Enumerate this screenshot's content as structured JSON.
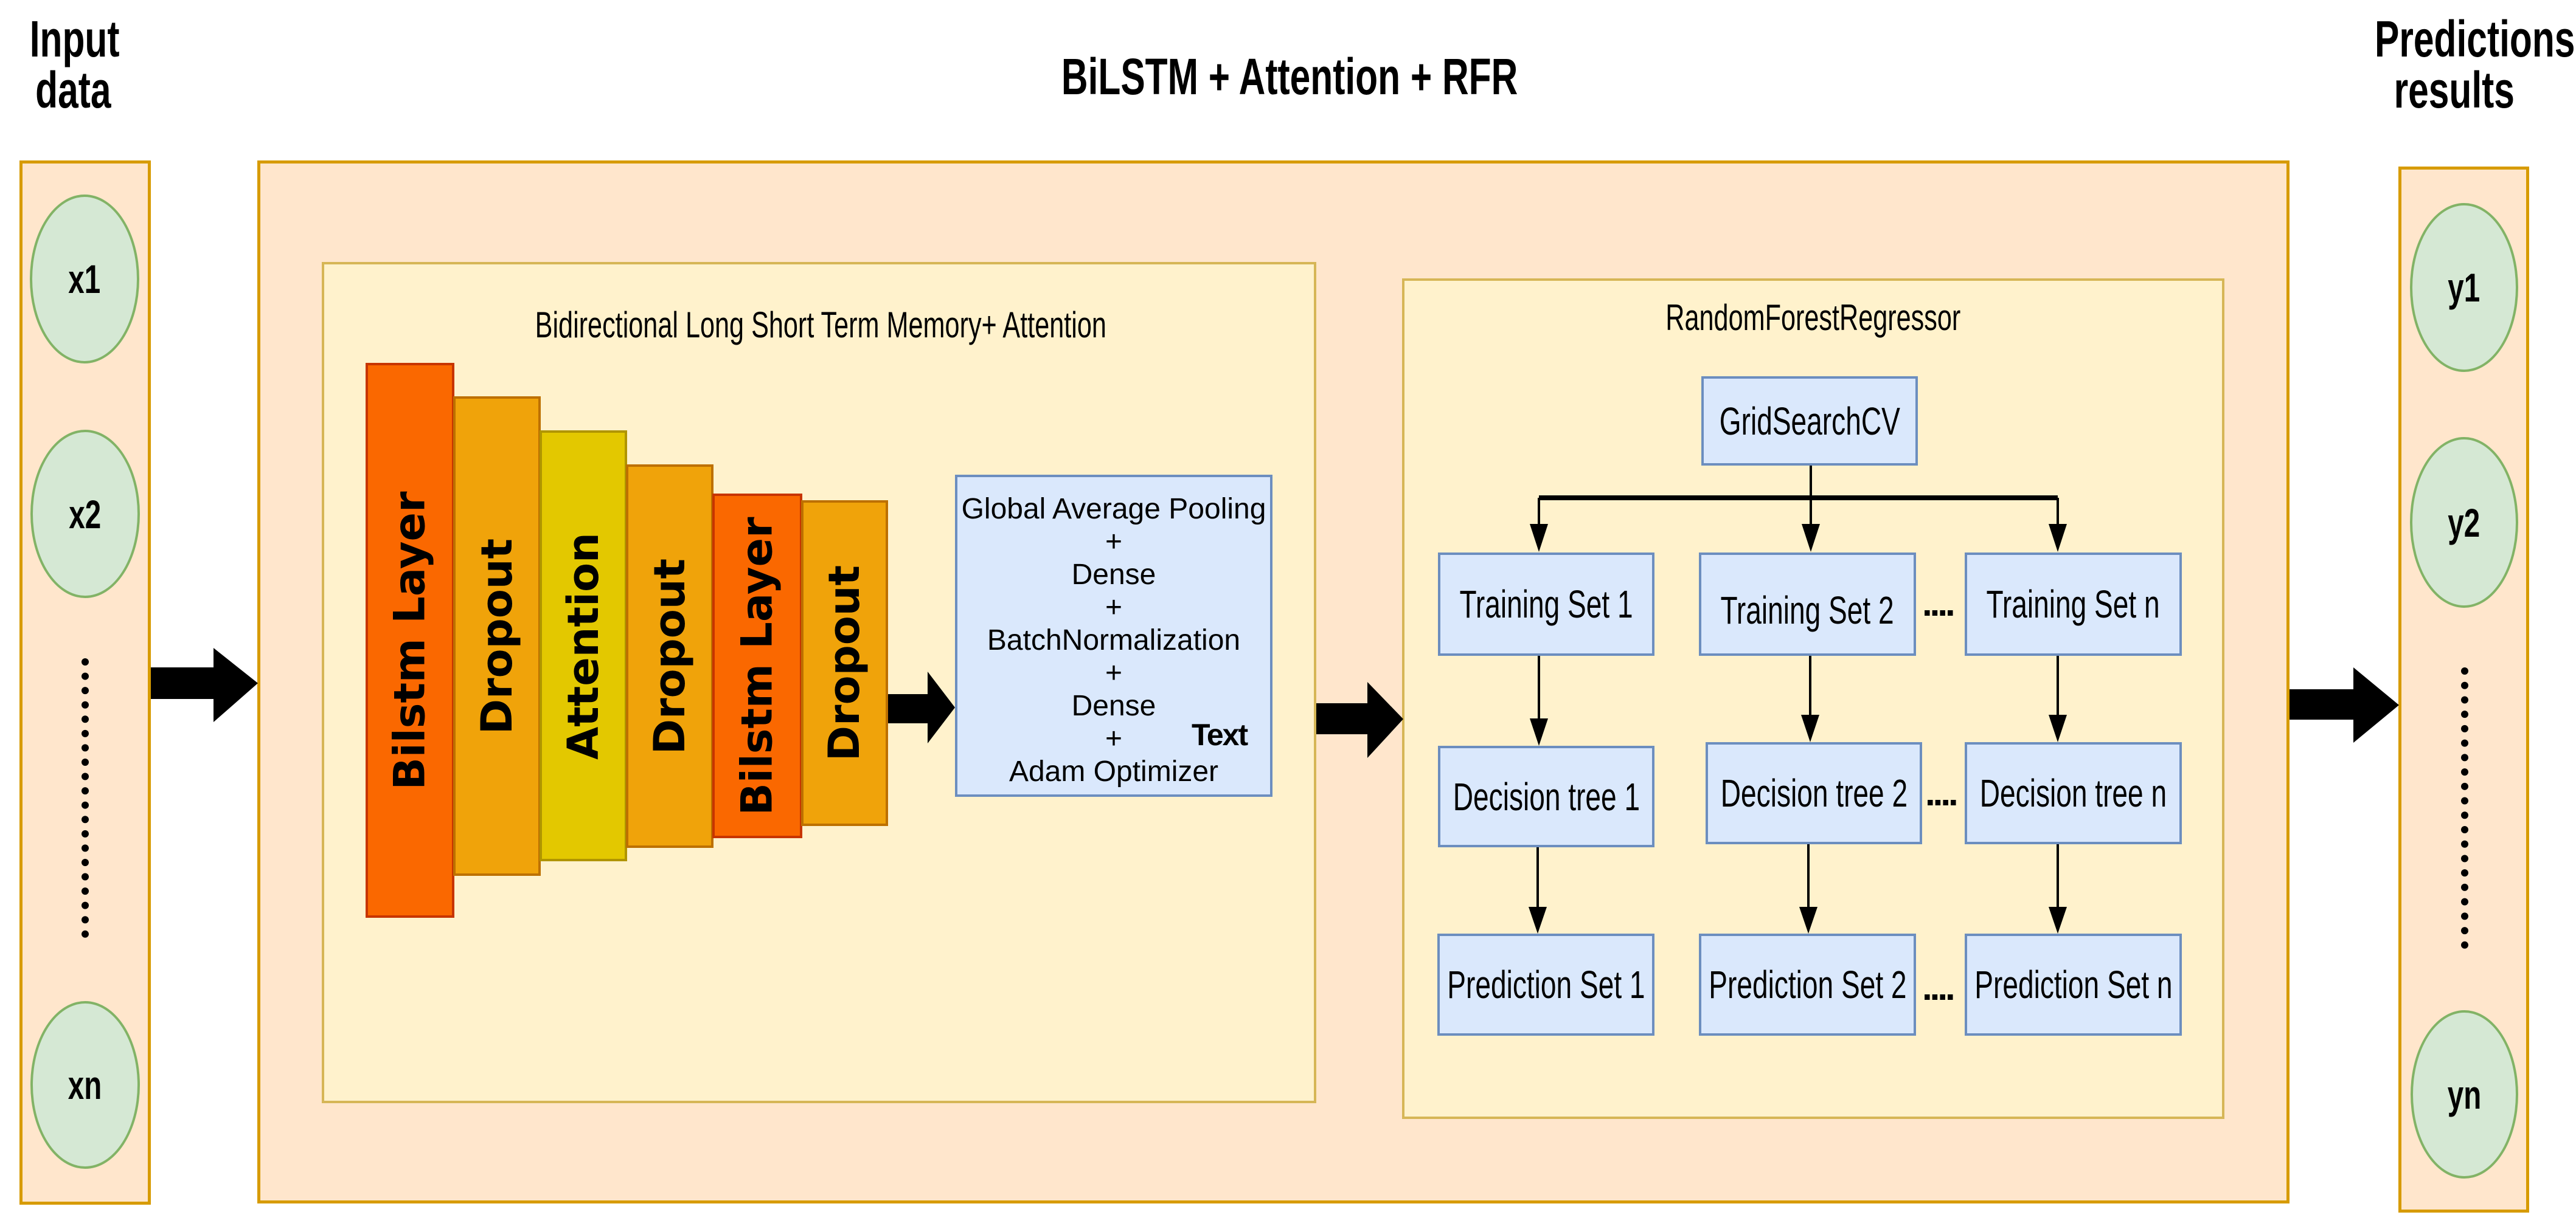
{
  "header": {
    "input_title_line1": "Input",
    "input_title_line2": "data",
    "main_title": "BiLSTM + Attention + RFR",
    "output_title_line1": "Predictions",
    "output_title_line2": "results"
  },
  "inputs": {
    "nodes": [
      "x1",
      "x2",
      "xn"
    ]
  },
  "outputs": {
    "nodes": [
      "y1",
      "y2",
      "yn"
    ]
  },
  "bilstm_block": {
    "title": "Bidirectional Long Short Term Memory+ Attention",
    "layers": [
      {
        "label": "Bilstm Layer",
        "type": "bilstm"
      },
      {
        "label": "Dropout",
        "type": "dropout"
      },
      {
        "label": "Attention",
        "type": "attention"
      },
      {
        "label": "Dropout",
        "type": "dropout"
      },
      {
        "label": "Bilstm Layer",
        "type": "bilstm"
      },
      {
        "label": "Dropout",
        "type": "dropout"
      }
    ],
    "head": {
      "lines": [
        "Global Average Pooling",
        "+",
        "Dense",
        "+",
        "BatchNormalization",
        "+",
        "Dense",
        "+",
        "Adam Optimizer"
      ],
      "stray_label": "Text"
    }
  },
  "rfr_block": {
    "title": "RandomForestRegressor",
    "grid_search": "GridSearchCV",
    "ellipsis": "....",
    "training_sets": [
      "Training Set 1",
      "Training Set 2",
      "Training Set n"
    ],
    "decision_trees": [
      "Decision tree 1",
      "Decision tree 2",
      "Decision tree n"
    ],
    "prediction_sets": [
      "Prediction Set 1",
      "Prediction Set 2",
      "Prediction Set n"
    ]
  },
  "colors": {
    "outer_fill": "#FFE6CC",
    "outer_border": "#D79B00",
    "inner_fill": "#FFF2CC",
    "inner_border": "#D6B656",
    "process_fill": "#DAE8FC",
    "process_border": "#6C8EBF",
    "node_fill": "#D5E8D4",
    "node_border": "#82B366",
    "bilstm_layer": "#FA6800",
    "dropout_layer": "#F0A30A",
    "attention_layer": "#E3C800"
  }
}
